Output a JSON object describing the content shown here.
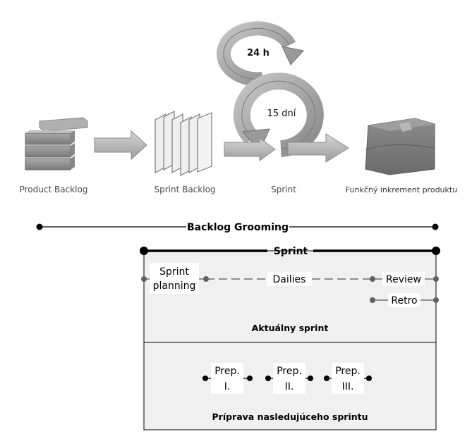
{
  "process": {
    "product_backlog": "Product Backlog",
    "sprint_backlog": "Sprint Backlog",
    "sprint": "Sprint",
    "increment": "Funkčný inkrement produktu",
    "daily_cycle": "24 h",
    "sprint_cycle": "15 dní"
  },
  "timeline": {
    "grooming": "Backlog Grooming",
    "sprint": "Sprint",
    "sprint_planning_line1": "Sprint",
    "sprint_planning_line2": "planning",
    "dailies": "Dailies",
    "review": "Review",
    "retro": "Retro",
    "current_sprint": "Aktuálny sprint",
    "prep1_line1": "Prep.",
    "prep1_line2": "I.",
    "prep2_line1": "Prep.",
    "prep2_line2": "II.",
    "prep3_line1": "Prep.",
    "prep3_line2": "III.",
    "next_sprint_prep": "Príprava nasledujúceho sprintu"
  },
  "colors": {
    "icon_gray": "#9a9a9a",
    "icon_dark": "#6e6e6e",
    "dot_gray": "#606060",
    "panel_bg": "#f0f0f0"
  }
}
